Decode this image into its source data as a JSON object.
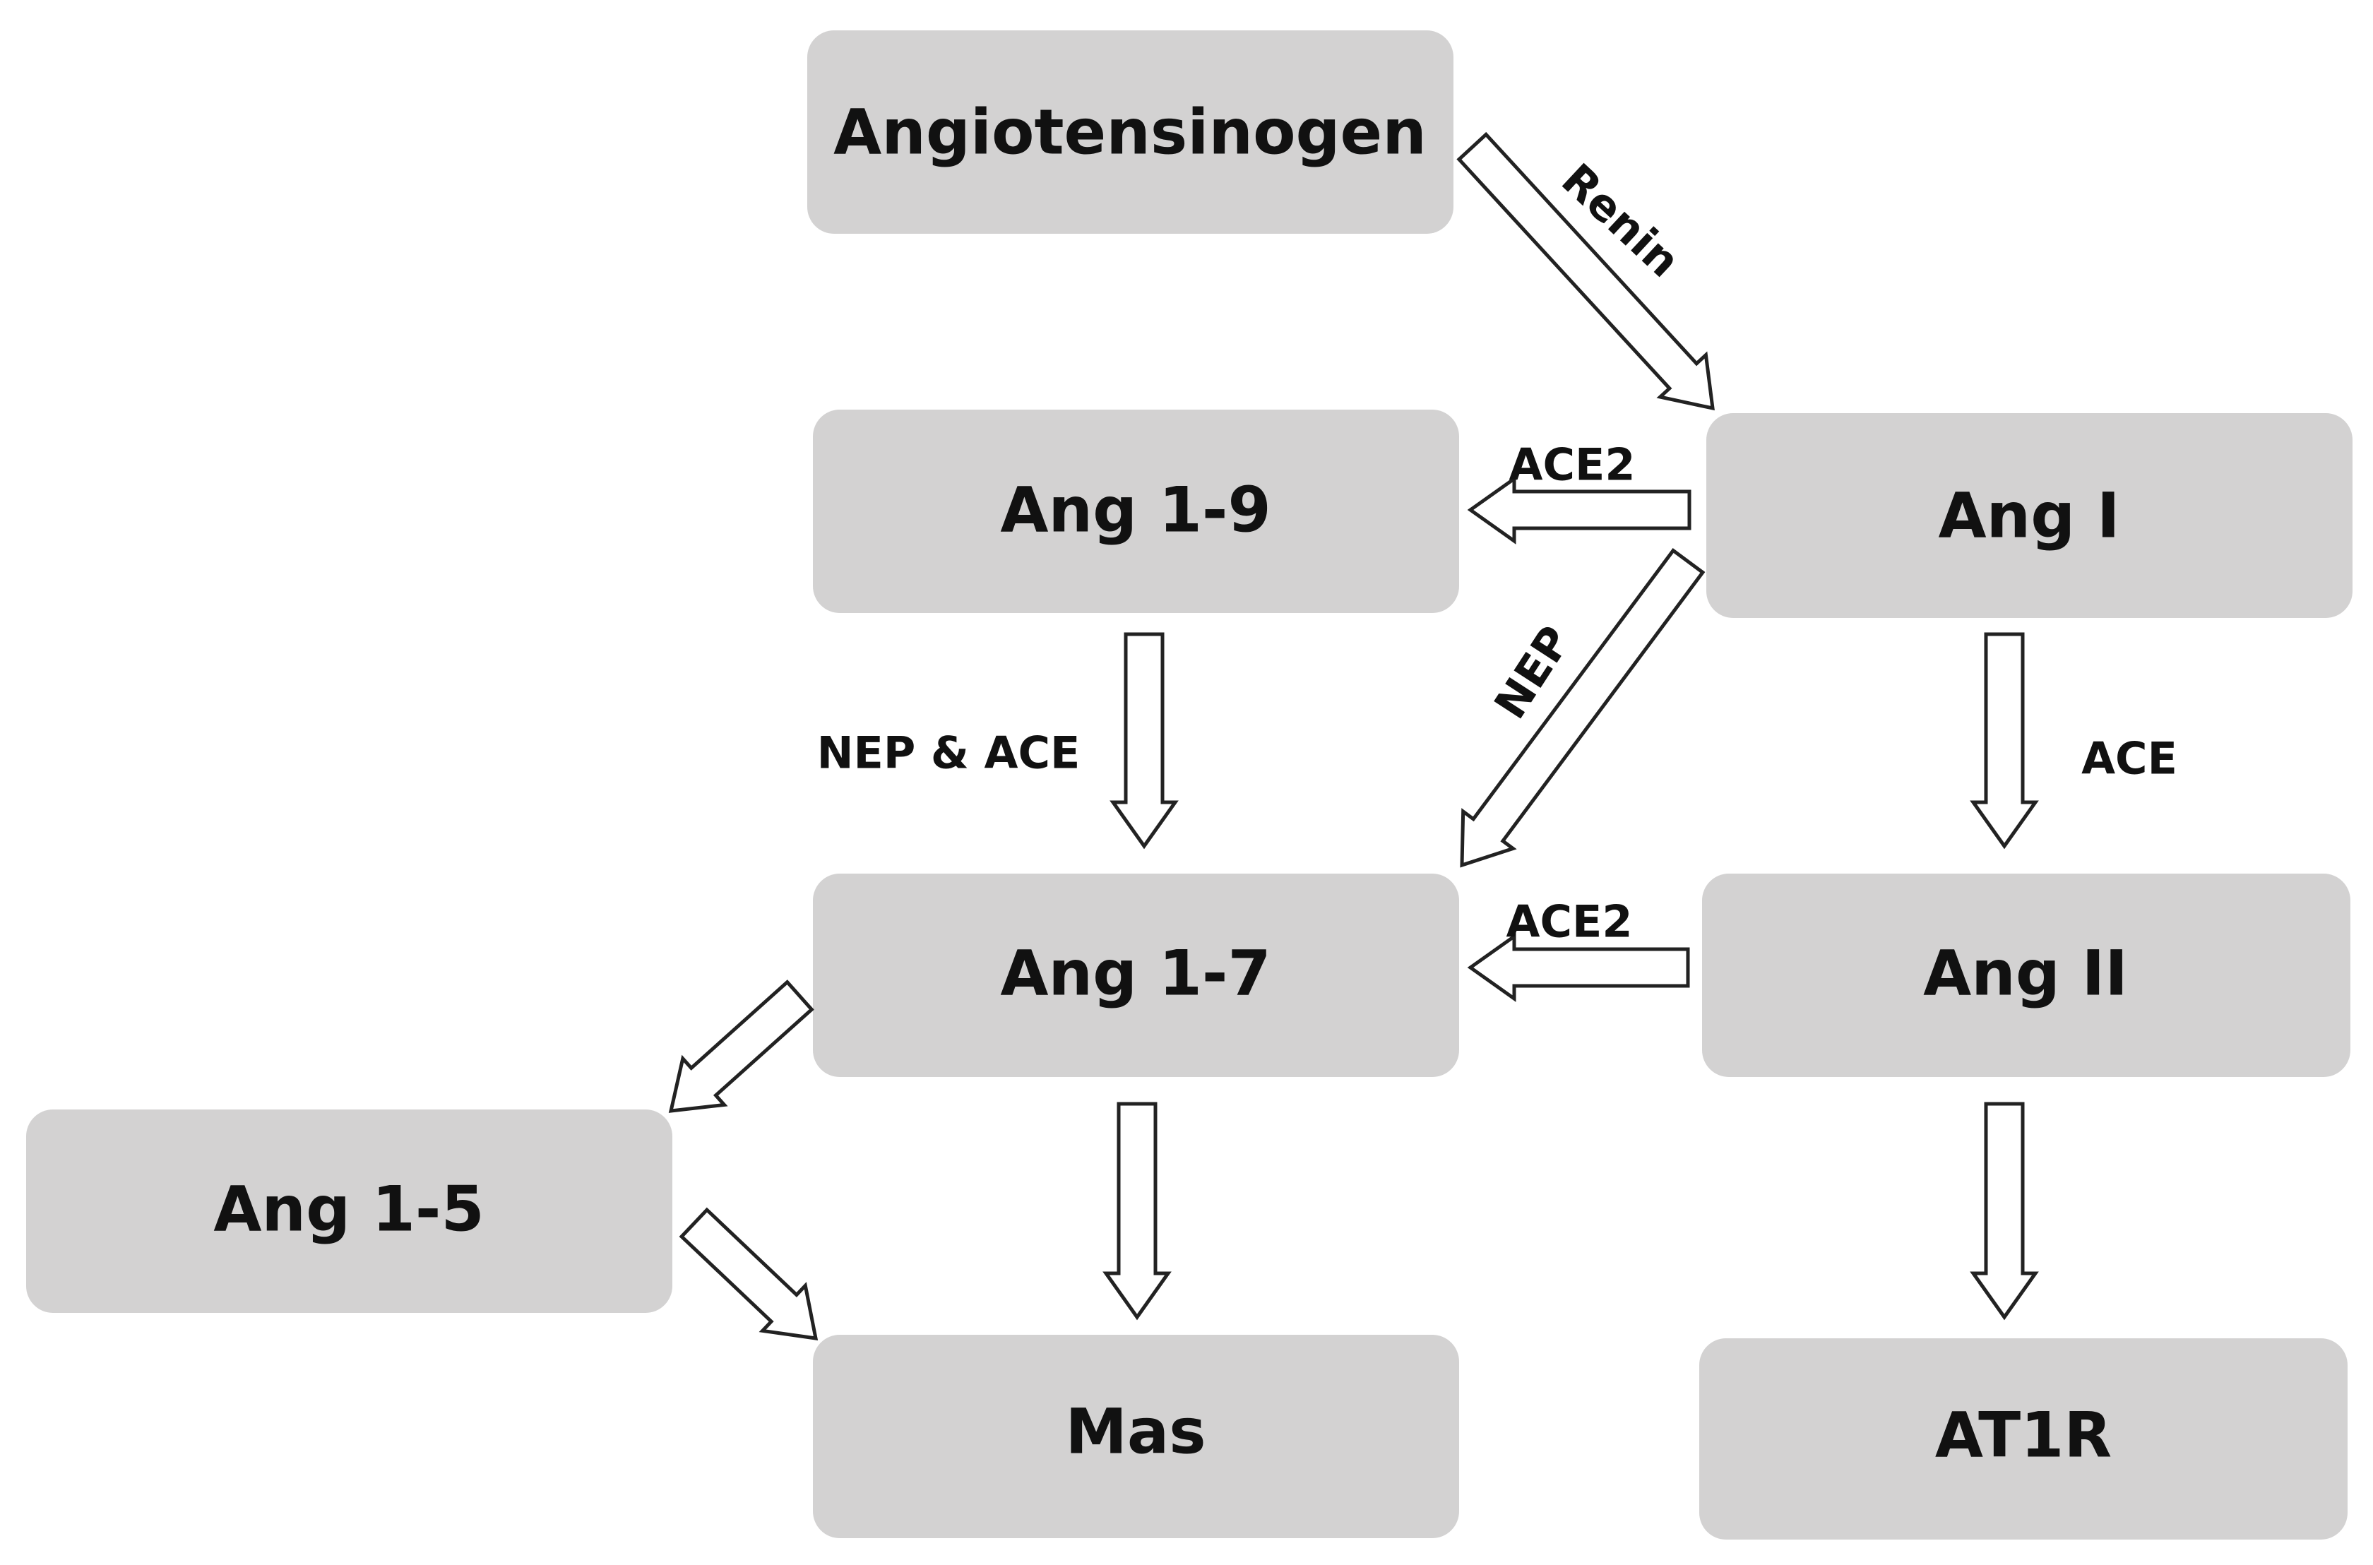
{
  "nodes": {
    "angiotensinogen": "Angiotensinogen",
    "ang_i": "Ang I",
    "ang_1_9": "Ang 1-9",
    "ang_1_7": "Ang 1-7",
    "ang_ii": "Ang II",
    "ang_1_5": "Ang 1-5",
    "mas": "Mas",
    "at1r": "AT1R"
  },
  "edges": {
    "renin": "Renin",
    "ace2_ang_i_to_ang_1_9": "ACE2",
    "nep_ang_i_to_ang_1_7": "NEP",
    "nep_ace_ang_1_9_to_ang_1_7": "NEP & ACE",
    "ace_ang_i_to_ang_ii": "ACE",
    "ace2_ang_ii_to_ang_1_7": "ACE2"
  },
  "colors": {
    "node_fill": "#d3d2d2",
    "text": "#111111",
    "arrow_outline": "#222222",
    "arrow_fill": "#ffffff"
  }
}
